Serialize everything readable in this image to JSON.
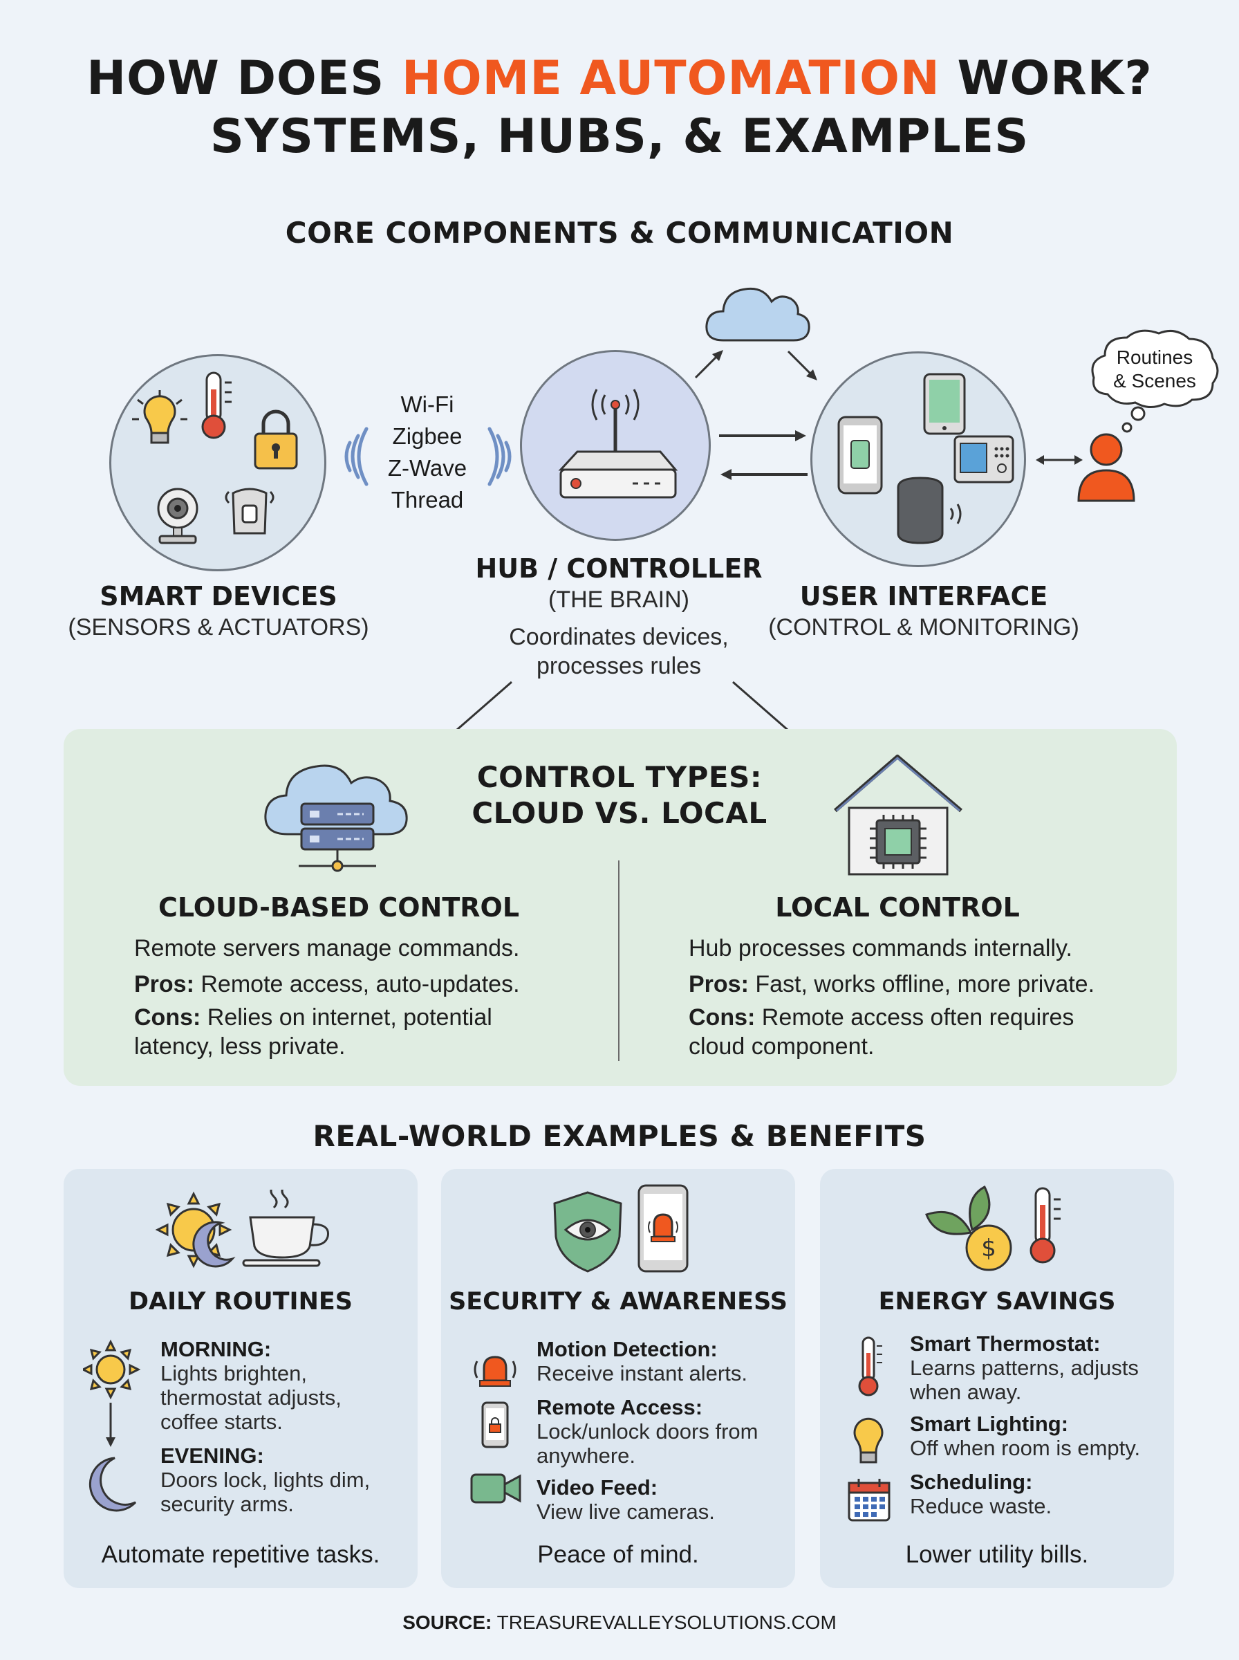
{
  "title": {
    "line1_pre": "HOW DOES ",
    "line1_accent": "HOME AUTOMATION",
    "line1_post": " WORK?",
    "line2": "SYSTEMS, HUBS, & EXAMPLES",
    "accent_color": "#f0581f"
  },
  "core": {
    "heading": "CORE COMPONENTS & COMMUNICATION",
    "protocols": [
      "Wi-Fi",
      "Zigbee",
      "Z-Wave",
      "Thread"
    ],
    "smart_devices": {
      "title": "SMART DEVICES",
      "subtitle": "(SENSORS & ACTUATORS)"
    },
    "hub": {
      "title": "HUB / CONTROLLER",
      "subtitle": "(THE BRAIN)",
      "desc_line1": "Coordinates devices,",
      "desc_line2": "processes rules"
    },
    "user_interface": {
      "title": "USER INTERFACE",
      "subtitle": "(CONTROL & MONITORING)"
    },
    "thought_bubble_line1": "Routines",
    "thought_bubble_line2": "& Scenes"
  },
  "control": {
    "heading_line1": "CONTROL TYPES:",
    "heading_line2": "CLOUD VS. LOCAL",
    "cloud": {
      "title": "CLOUD-BASED CONTROL",
      "desc": "Remote servers manage commands.",
      "pros_label": "Pros:",
      "pros": " Remote access, auto-updates.",
      "cons_label": "Cons:",
      "cons_line1": " Relies on internet, potential",
      "cons_line2": "latency, less private."
    },
    "local": {
      "title": "LOCAL CONTROL",
      "desc": "Hub processes commands internally.",
      "pros_label": "Pros:",
      "pros": " Fast, works offline, more private.",
      "cons_label": "Cons:",
      "cons_line1": " Remote access often requires",
      "cons_line2": "cloud component."
    }
  },
  "examples": {
    "heading": "REAL-WORLD EXAMPLES & BENEFITS",
    "daily": {
      "title": "DAILY ROUTINES",
      "morning_label": "MORNING:",
      "morning_lines": [
        "Lights brighten,",
        "thermostat adjusts,",
        "coffee starts."
      ],
      "evening_label": "EVENING:",
      "evening_lines": [
        "Doors lock, lights dim,",
        "security arms."
      ],
      "footer": "Automate repetitive tasks."
    },
    "security": {
      "title": "SECURITY & AWARENESS",
      "items": [
        {
          "label": "Motion Detection:",
          "lines": [
            "Receive instant alerts."
          ]
        },
        {
          "label": "Remote Access:",
          "lines": [
            "Lock/unlock doors from",
            "anywhere."
          ]
        },
        {
          "label": "Video Feed:",
          "lines": [
            "View live cameras."
          ]
        }
      ],
      "footer": "Peace of mind."
    },
    "energy": {
      "title": "ENERGY SAVINGS",
      "items": [
        {
          "label": "Smart Thermostat:",
          "lines": [
            "Learns patterns, adjusts",
            "when away."
          ]
        },
        {
          "label": "Smart Lighting:",
          "lines": [
            "Off when room is empty."
          ]
        },
        {
          "label": "Scheduling:",
          "lines": [
            "Reduce waste."
          ]
        }
      ],
      "footer": "Lower utility bills."
    }
  },
  "source": {
    "label": "SOURCE:",
    "value": " TREASUREVALLEYSOLUTIONS.COM"
  }
}
